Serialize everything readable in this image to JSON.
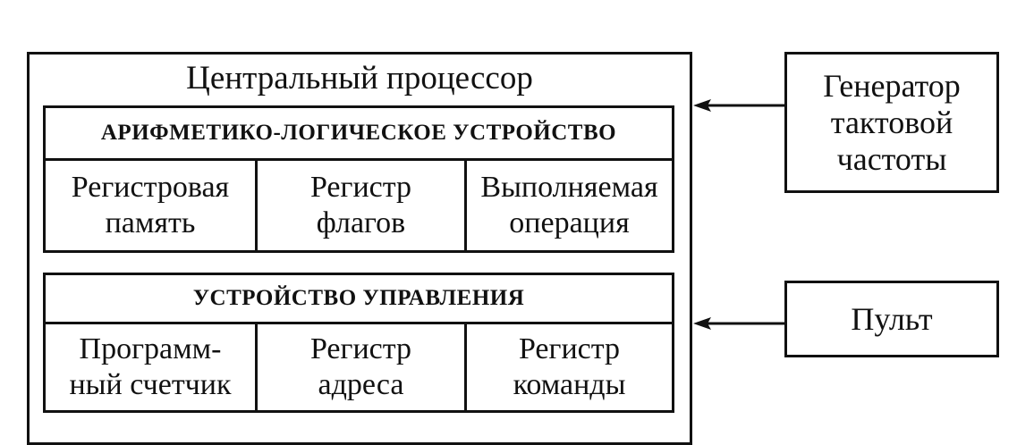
{
  "cpu": {
    "title": "Центральный процессор"
  },
  "alu": {
    "title": "АРИФМЕТИКО-ЛОГИЧЕСКОЕ УСТРОЙСТВО",
    "cells": [
      "Регистровая\nпамять",
      "Регистр\nфлагов",
      "Выполняемая\nоперация"
    ]
  },
  "cu": {
    "title": "УСТРОЙСТВО УПРАВЛЕНИЯ",
    "cells": [
      "Программ-\nный счетчик",
      "Регистр\nадреса",
      "Регистр\nкоманды"
    ]
  },
  "external": {
    "clock": "Генератор\nтактовой\nчастоты",
    "console": "Пульт"
  }
}
